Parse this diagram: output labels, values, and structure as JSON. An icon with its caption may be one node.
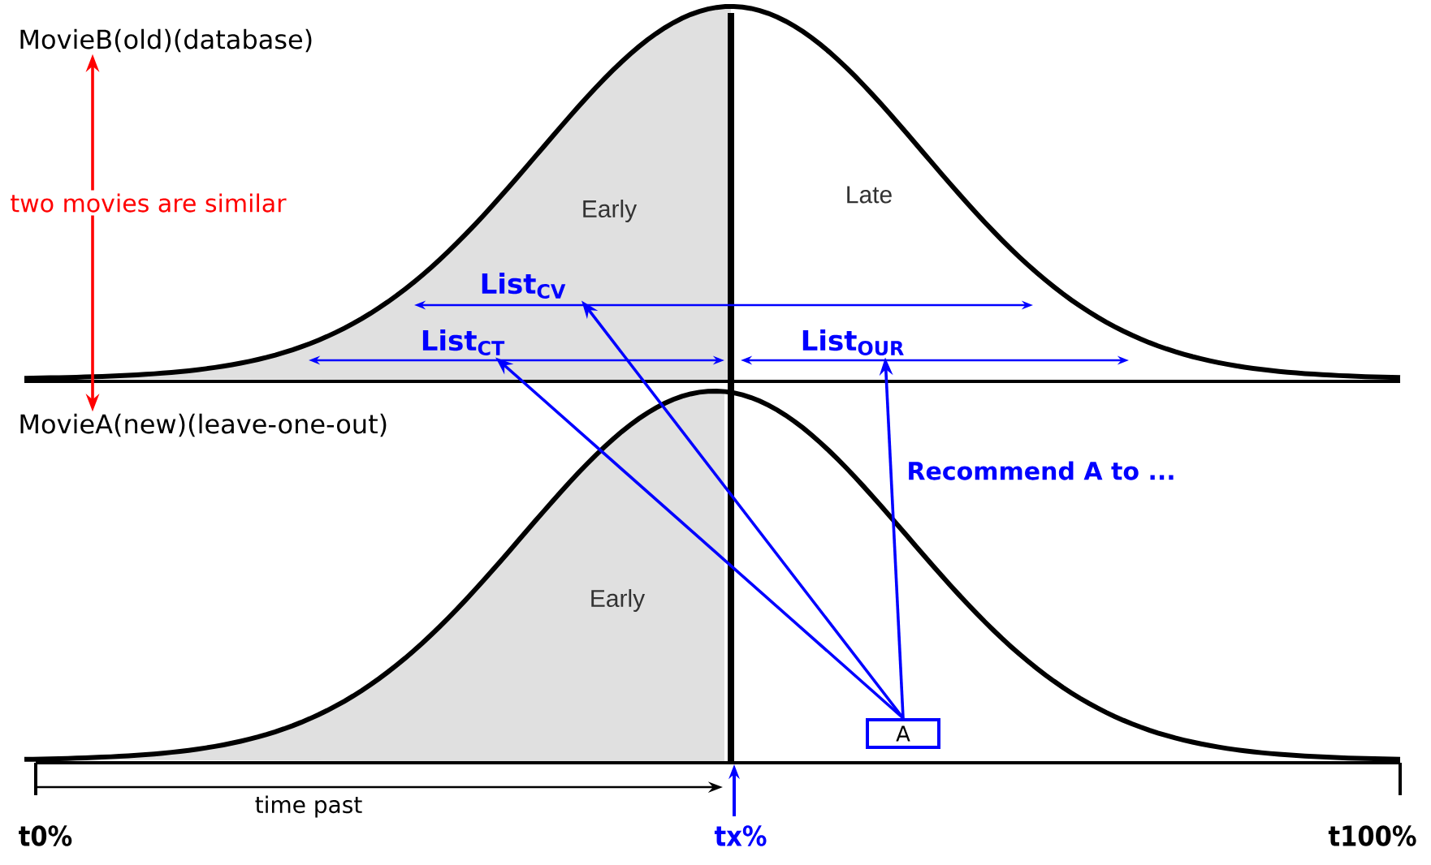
{
  "diagram": {
    "nodes": [
      {
        "text": [
          "MovieB(old)(database)"
        ]
      },
      {
        "text": [
          "List$_{CV}$"
        ]
      },
      {
        "text": [
          "List$_{CT}$"
        ]
      },
      {
        "text": [
          "List$_{OUR}$"
        ]
      },
      {
        "text": [
          "MovieA(new)(leave-one-out)"
        ]
      },
      {
        "text": [
          "A"
        ]
      }
    ],
    "edges": [
      {
        "from": 0,
        "to": 4,
        "arrow": "both",
        "label": "two movies are similar",
        "color": "#ff0000"
      },
      {
        "from": 5,
        "to": 2,
        "arrow": "to"
      },
      {
        "from": 5,
        "to": 1,
        "arrow": "to"
      },
      {
        "from": 5,
        "to": 3,
        "arrow": "to",
        "label": "Recommend A to ..."
      }
    ],
    "labels": [
      "Early",
      "Late",
      "Early",
      "time past",
      "t0%",
      "tx%",
      "t100%"
    ]
  }
}
